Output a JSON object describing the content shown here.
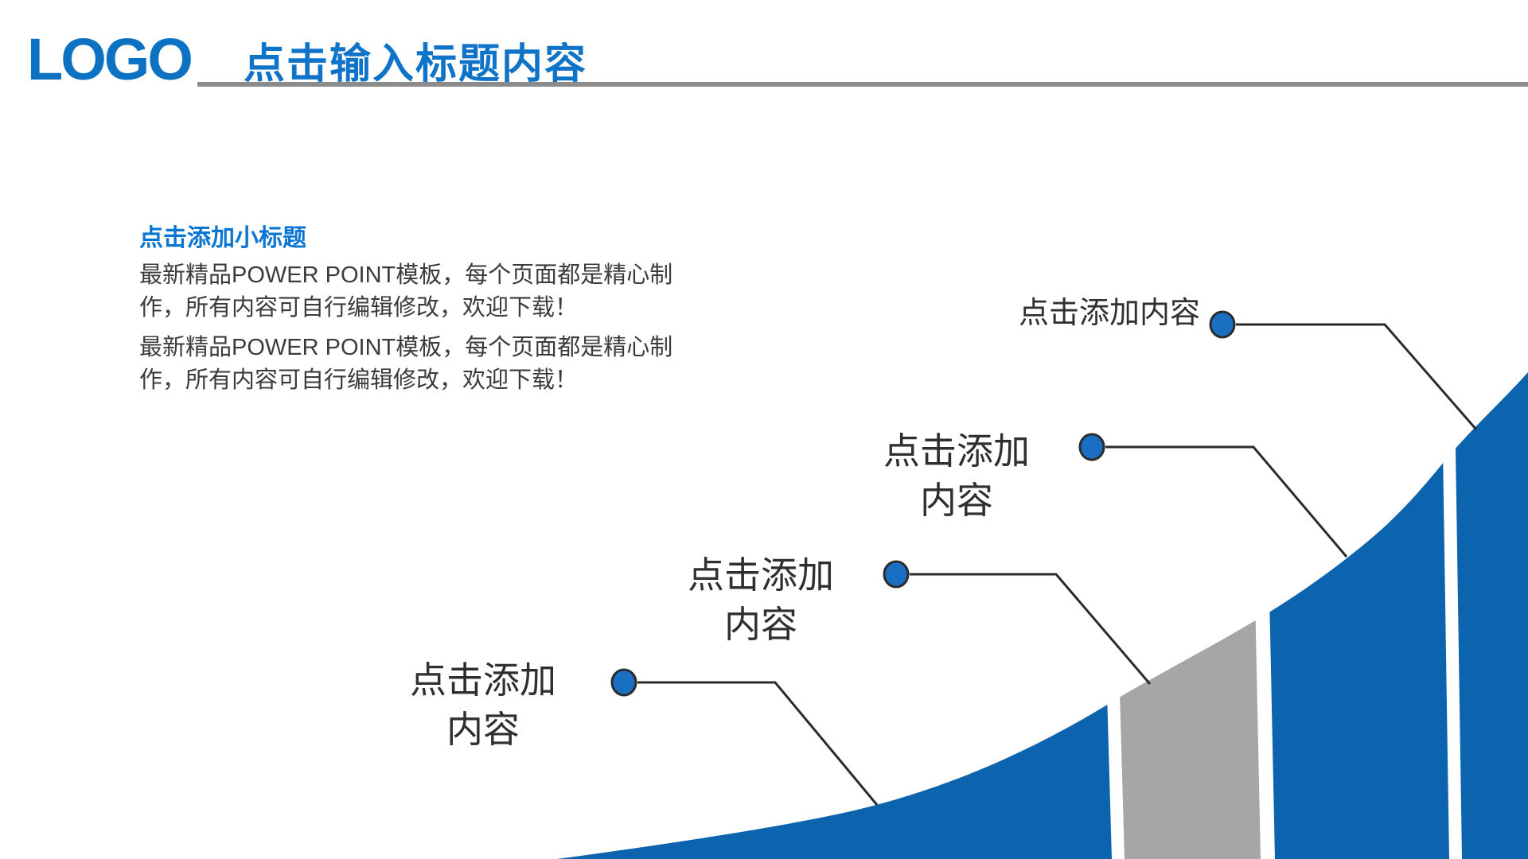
{
  "slide": {
    "logo": "LOGO",
    "title": "点击输入标题内容"
  },
  "intro": {
    "subtitle": "点击添加小标题",
    "p1_l1": "最新精品POWER POINT模板，每个页面都是精心制",
    "p1_l2": "作，所有内容可自行编辑修改，欢迎下载！",
    "p2_l1": "最新精品POWER POINT模板，每个页面都是精心制",
    "p2_l2": "作，所有内容可自行编辑修改，欢迎下载！"
  },
  "callouts": {
    "a": {
      "line1": "点击添加内容"
    },
    "b": {
      "line1": "点击添加",
      "line2": "内容"
    },
    "c": {
      "line1": "点击添加",
      "line2": "内容"
    },
    "d": {
      "line1": "点击添加",
      "line2": "内容"
    }
  },
  "diagram": {
    "type": "growth-curve-infographic",
    "segments": [
      "blue",
      "gray",
      "blue",
      "blue"
    ],
    "gray_segment_index": 1
  },
  "colors": {
    "brand_blue": "#0e72c2",
    "title_blue": "#0f74c8",
    "subtitle_blue": "#0a76d2",
    "curve_blue": "#0d64ae",
    "segment_gray": "#a6a6a6",
    "rule_gray": "#8b8b8b",
    "dot_blue": "#1b6fc3",
    "line_dark": "#2b2b2b",
    "text_dark": "#3b3b3b",
    "callout_dark": "#2f2f2f"
  }
}
